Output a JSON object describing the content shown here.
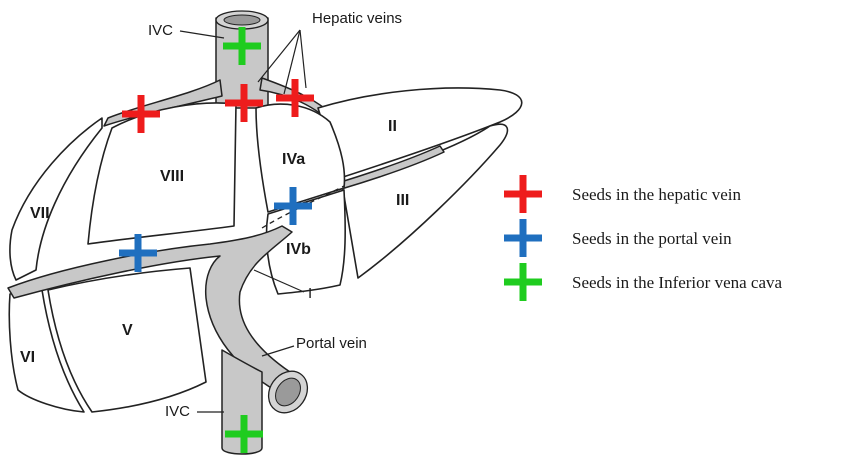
{
  "colors": {
    "hepatic_seed": "#ee1c1c",
    "portal_seed": "#1f6fbf",
    "ivc_seed": "#1fcc1f",
    "vessel_fill": "#c8c8c8",
    "outline": "#222222"
  },
  "callouts": {
    "hepatic_veins": "Hepatic veins",
    "ivc_top": "IVC",
    "ivc_bottom": "IVC",
    "portal_vein": "Portal vein",
    "segment_I": "I"
  },
  "segments": {
    "II": "II",
    "III": "III",
    "IVa": "IVa",
    "IVb": "IVb",
    "V": "V",
    "VI": "VI",
    "VII": "VII",
    "VIII": "VIII"
  },
  "legend": [
    {
      "label": "Seeds in the hepatic vein",
      "color": "#ee1c1c"
    },
    {
      "label": "Seeds in the portal vein",
      "color": "#1f6fbf"
    },
    {
      "label": "Seeds in the Inferior vena cava",
      "color": "#1fcc1f"
    }
  ]
}
